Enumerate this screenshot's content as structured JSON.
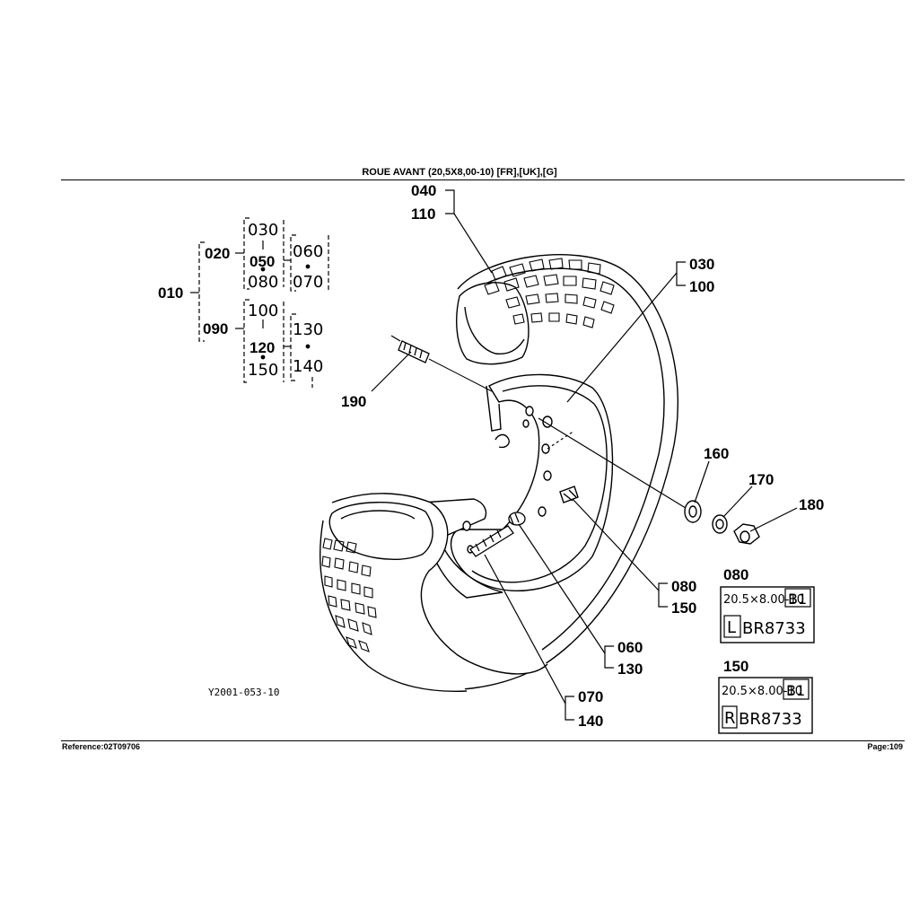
{
  "header": {
    "title": "ROUE AVANT (20,5X8,00-10)   [FR],[UK],[G]"
  },
  "footer": {
    "reference": "Reference:02T09706",
    "page": "Page:109"
  },
  "drawing_code": "Y2001-053-10",
  "tree": {
    "root": "010",
    "g1": "020",
    "g1_items": [
      "030",
      "050",
      "080"
    ],
    "g1_sub": [
      "060",
      "070"
    ],
    "g2": "090",
    "g2_items": [
      "100",
      "120",
      "150"
    ],
    "g2_sub": [
      "130",
      "140"
    ]
  },
  "callouts": {
    "tire_a": "040",
    "tire_b": "110",
    "rim_a": "030",
    "rim_b": "100",
    "washer": "160",
    "lockwasher": "170",
    "nut": "180",
    "valve": "190",
    "label_a": "080",
    "label_b": "150",
    "cap_a": "060",
    "cap_b": "130",
    "stem_a": "070",
    "stem_b": "140"
  },
  "tire_labels": [
    {
      "id": "080",
      "size": "20.5×8.00-10",
      "code": "B1",
      "side": "L",
      "part": "BR8733"
    },
    {
      "id": "150",
      "size": "20.5×8.00-10",
      "code": "B1",
      "side": "R",
      "part": "BR8733"
    }
  ]
}
